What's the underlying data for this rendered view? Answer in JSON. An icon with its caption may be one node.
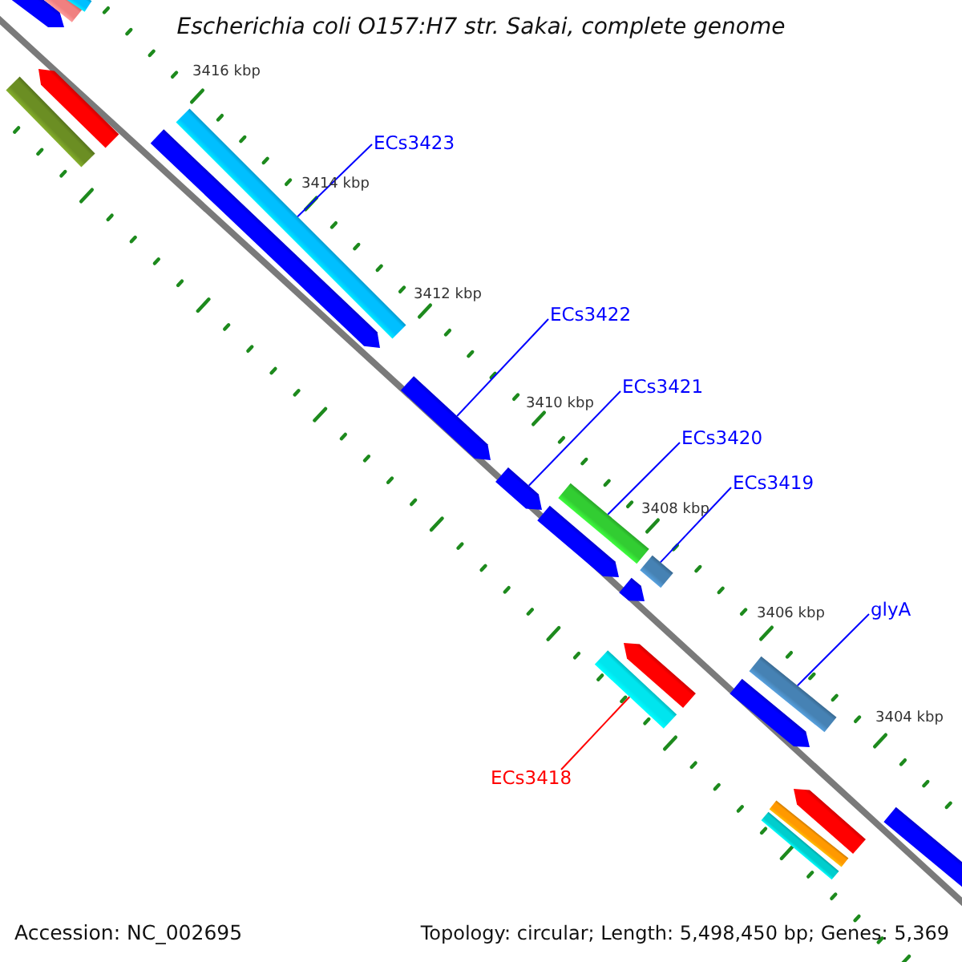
{
  "diagram": {
    "title": "Escherichia coli O157:H7 str. Sakai, complete genome",
    "nodes": [
      {
        "text": [],
        "shape": "arrow"
      },
      {
        "text": [],
        "shape": "bar"
      },
      {
        "text": [],
        "shape": "bar"
      },
      {
        "text": [],
        "shape": "arrow"
      },
      {
        "text": [],
        "shape": "bar"
      },
      {
        "text": [],
        "shape": "arrow"
      },
      {
        "text": [
          "ECs3423"
        ]
      },
      {
        "text": [],
        "shape": "bar"
      },
      {
        "text": [
          "ECs3422"
        ]
      },
      {
        "text": [],
        "shape": "arrow"
      },
      {
        "text": [
          "ECs3421"
        ]
      },
      {
        "text": [],
        "shape": "arrow"
      },
      {
        "text": [],
        "shape": "arrow"
      },
      {
        "text": [
          "ECs3420"
        ]
      },
      {
        "text": [],
        "shape": "bar"
      },
      {
        "text": [
          "ECs3419"
        ]
      },
      {
        "text": [],
        "shape": "bar"
      },
      {
        "text": [],
        "shape": "arrow"
      },
      {
        "text": [],
        "shape": "arrow"
      },
      {
        "text": [],
        "shape": "bar"
      },
      {
        "text": [
          "ECs3418"
        ]
      },
      {
        "text": [
          "glyA"
        ]
      },
      {
        "text": [],
        "shape": "bar"
      },
      {
        "text": [],
        "shape": "arrow"
      },
      {
        "text": [],
        "shape": "arrow"
      },
      {
        "text": [],
        "shape": "bar"
      },
      {
        "text": [],
        "shape": "bar"
      },
      {
        "text": [],
        "shape": "bar"
      }
    ],
    "edges": [
      {
        "from": 6,
        "to": 7,
        "arrow": "none"
      },
      {
        "from": 8,
        "to": 9,
        "arrow": "none"
      },
      {
        "from": 10,
        "to": 11,
        "arrow": "none"
      },
      {
        "from": 13,
        "to": 14,
        "arrow": "none"
      },
      {
        "from": 15,
        "to": 16,
        "arrow": "none"
      },
      {
        "from": 21,
        "to": 22,
        "arrow": "none"
      },
      {
        "from": 20,
        "to": 19,
        "arrow": "none",
        "color": "#ff0000"
      }
    ],
    "labels": [
      "3416 kbp",
      "3414 kbp",
      "3412 kbp",
      "3410 kbp",
      "3408 kbp",
      "3406 kbp",
      "3404 kbp",
      "Accession: NC_002695",
      "Topology: circular; Length: 5,498,450 bp; Genes: 5,369"
    ]
  }
}
